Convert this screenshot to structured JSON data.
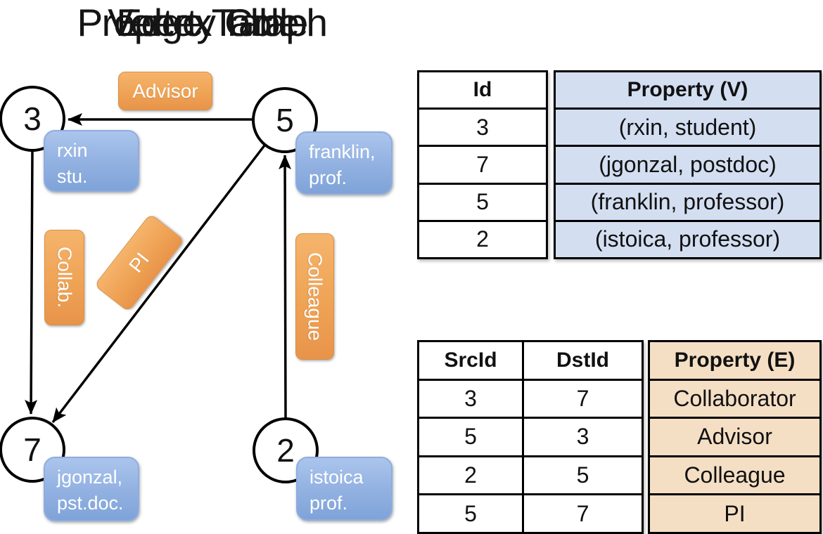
{
  "graph": {
    "title": "Property Graph",
    "nodes": {
      "n3": "3",
      "n5": "5",
      "n7": "7",
      "n2": "2"
    },
    "vertex_props": {
      "n3": {
        "line1": "rxin",
        "line2": "stu."
      },
      "n5": {
        "line1": "franklin,",
        "line2": "prof."
      },
      "n7": {
        "line1": "jgonzal,",
        "line2": "pst.doc."
      },
      "n2": {
        "line1": "istoica",
        "line2": "prof."
      }
    },
    "edge_labels": {
      "advisor": "Advisor",
      "collab": "Collab.",
      "pi": "PI",
      "colleague": "Colleague"
    }
  },
  "vertex_table": {
    "title": "Vertex Table",
    "columns": {
      "id": "Id",
      "property": "Property (V)"
    },
    "rows": [
      {
        "id": "3",
        "property": "(rxin, student)"
      },
      {
        "id": "7",
        "property": "(jgonzal, postdoc)"
      },
      {
        "id": "5",
        "property": "(franklin, professor)"
      },
      {
        "id": "2",
        "property": "(istoica, professor)"
      }
    ]
  },
  "edge_table": {
    "title": "Edge Table",
    "columns": {
      "src": "SrcId",
      "dst": "DstId",
      "property": "Property (E)"
    },
    "rows": [
      {
        "src": "3",
        "dst": "7",
        "property": "Collaborator"
      },
      {
        "src": "5",
        "dst": "3",
        "property": "Advisor"
      },
      {
        "src": "2",
        "dst": "5",
        "property": "Colleague"
      },
      {
        "src": "5",
        "dst": "7",
        "property": "PI"
      }
    ]
  },
  "colors": {
    "edge_label_fill": "#efa355",
    "vertex_prop_fill": "#93b2e2",
    "vertex_table_fill": "#d3def1",
    "edge_table_fill": "#f5dfc4",
    "line_color": "#000000"
  }
}
